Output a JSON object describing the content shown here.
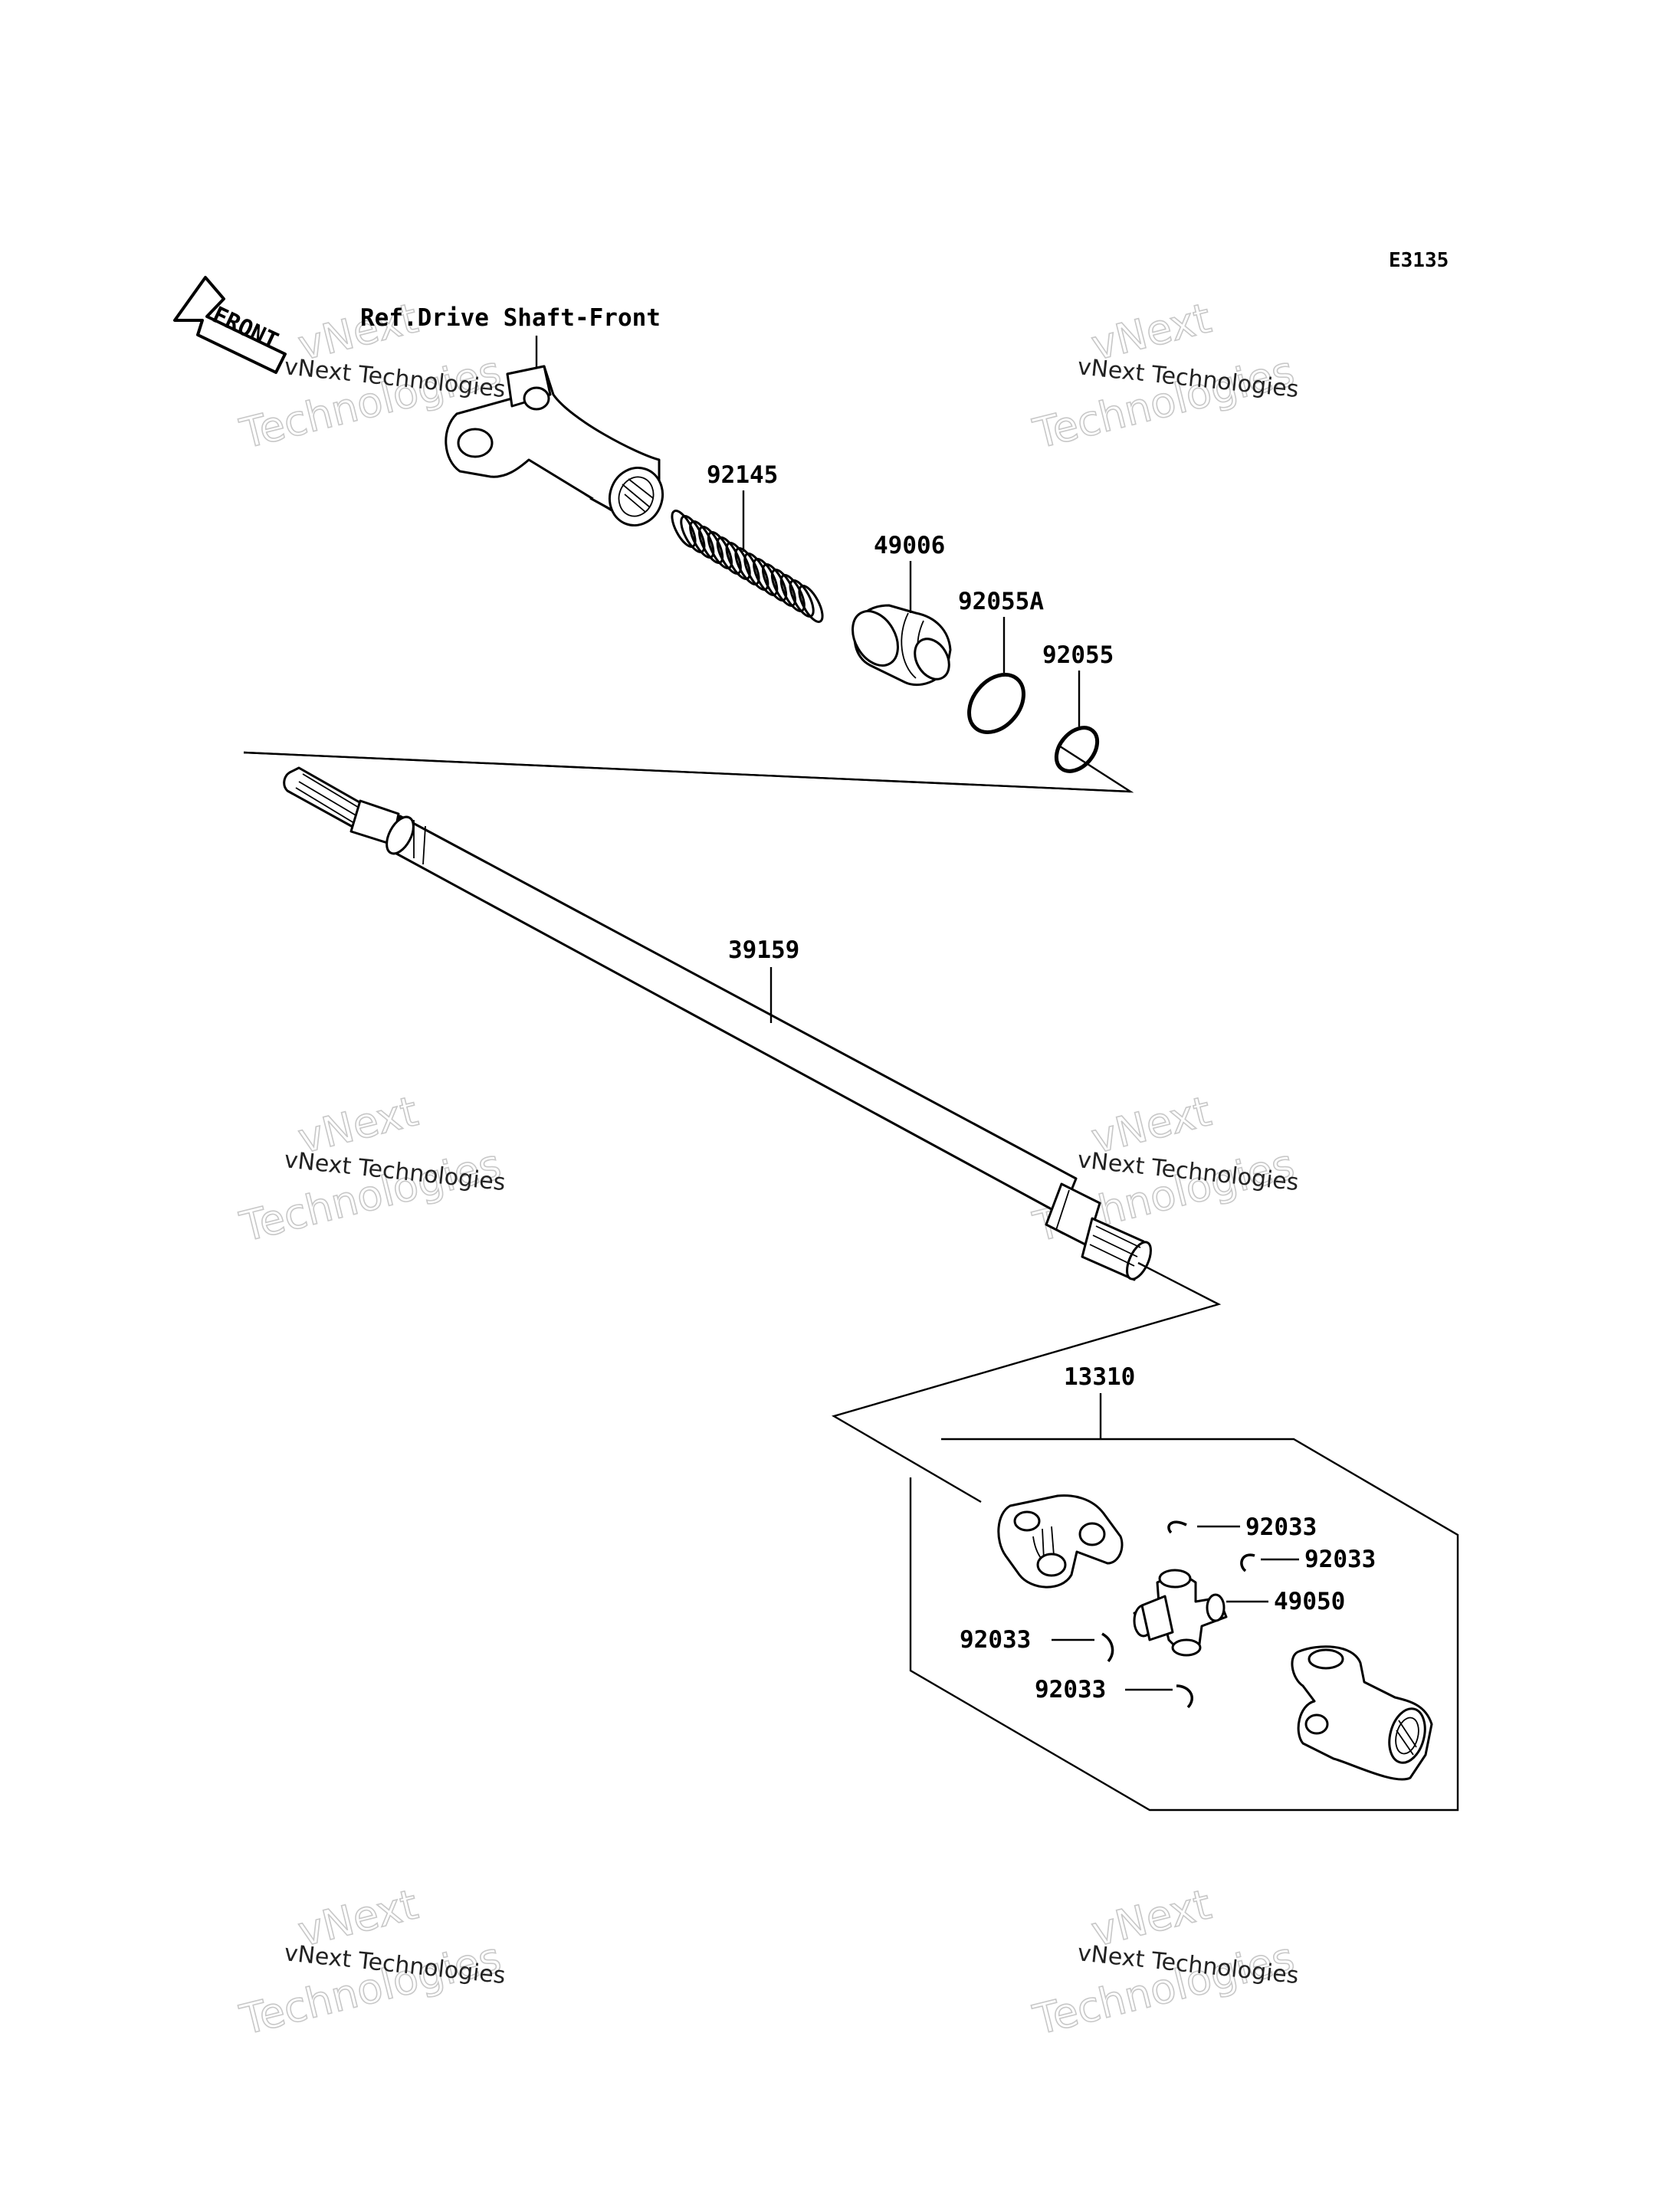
{
  "diagram_code": "E3135",
  "reference_label": "Ref.Drive Shaft-Front",
  "front_arrow_text": "FRONT",
  "watermark": {
    "line1": "vNext Technologies",
    "line2": "vNext",
    "line3": "Technologies"
  },
  "part_numbers": {
    "spring": "92145",
    "boot": "49006",
    "oring_large": "92055A",
    "oring_small": "92055",
    "drive_shaft": "39159",
    "joint_assembly": "13310",
    "snap_ring_1": "92033",
    "snap_ring_2": "92033",
    "spider": "49050",
    "snap_ring_3": "92033",
    "snap_ring_4": "92033"
  }
}
